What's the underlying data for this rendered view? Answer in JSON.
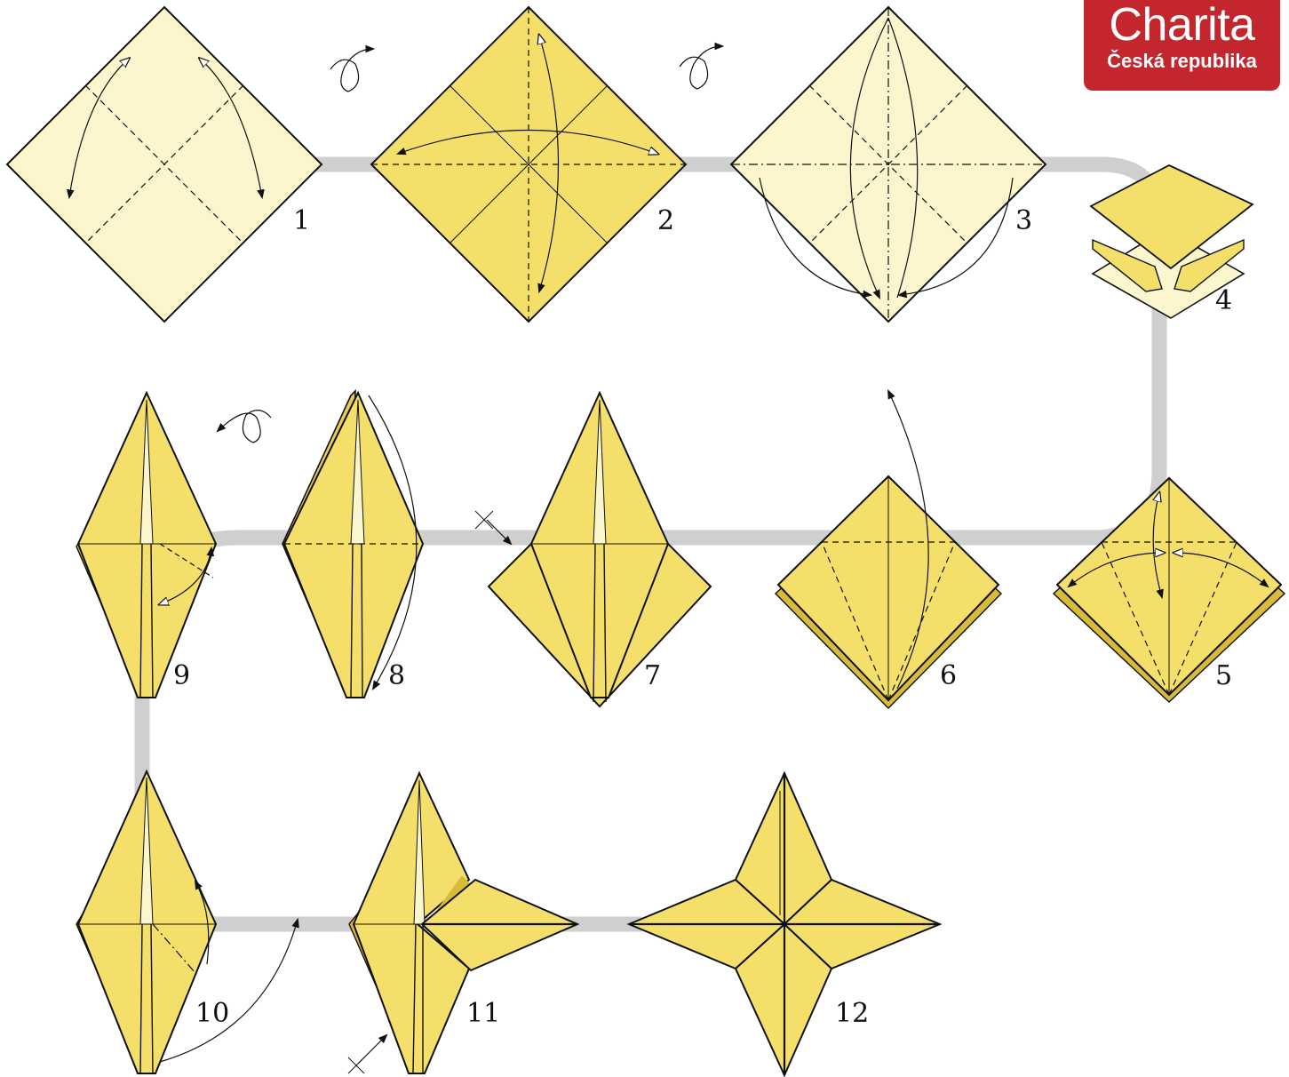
{
  "logo": {
    "name": "Charita",
    "subtitle": "Česká republika"
  },
  "colors": {
    "paper_light": "#fbf6cd",
    "paper_yellow": "#f3df6a",
    "paper_shadow": "#d9bb3a",
    "path": "#cfcfcf",
    "line": "#111111",
    "logo_red": "#c3262c"
  },
  "steps": [
    "1",
    "2",
    "3",
    "4",
    "5",
    "6",
    "7",
    "8",
    "9",
    "10",
    "11",
    "12"
  ],
  "icons": [
    "turn-over-icon",
    "fold-arrow-icon",
    "valley-fold-line",
    "mountain-fold-line",
    "pinch-mark-icon"
  ]
}
